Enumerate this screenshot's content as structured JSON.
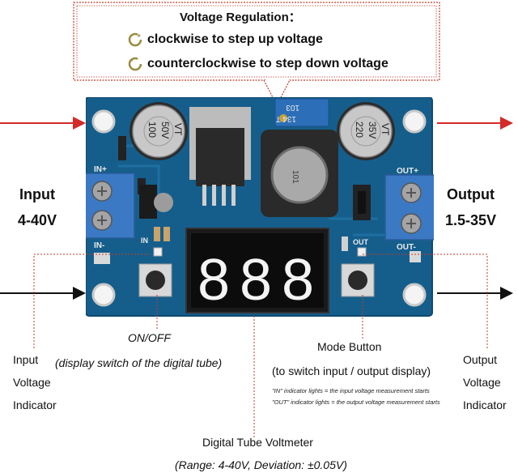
{
  "callout": {
    "title": "Voltage Regulation：",
    "line1": "clockwise to step up voltage",
    "line2": "counterclockwise to step down voltage"
  },
  "input": {
    "title": "Input",
    "range": "4-40V"
  },
  "output": {
    "title": "Output",
    "range": "1.5-35V"
  },
  "board": {
    "cap1": [
      "100",
      "50V",
      "VT"
    ],
    "cap2": [
      "220",
      "35V",
      "VT"
    ],
    "pot": [
      "103",
      "134 T"
    ],
    "inductor": "101",
    "in_plus": "IN+",
    "in_minus": "IN-",
    "out_plus": "OUT+",
    "out_minus": "OUT-",
    "in_led": "IN",
    "out_led": "OUT",
    "display_digits": [
      "8",
      "8",
      "8"
    ]
  },
  "labels": {
    "onoff": "ON/OFF",
    "onoff_desc": "(display switch of the digital tube)",
    "mode": "Mode Button",
    "mode_desc": "(to switch input / output display)",
    "input_ind": [
      "Input",
      "Voltage",
      "Indicator"
    ],
    "output_ind": [
      "Output",
      "Voltage",
      "Indicator"
    ],
    "note1": "\"IN\" indicator lights = the input voltage measurement starts",
    "note2": "\"OUT\" indicator lights = the output voltage measurement starts",
    "voltmeter": "Digital Tube Voltmeter",
    "voltmeter_range": "(Range: 4-40V, Deviation: ±0.05V)"
  },
  "colors": {
    "pcb": "#155e8c",
    "terminal": "#3b79c4",
    "arrow": "#d32a2a",
    "callout_border": "#c0392b"
  }
}
